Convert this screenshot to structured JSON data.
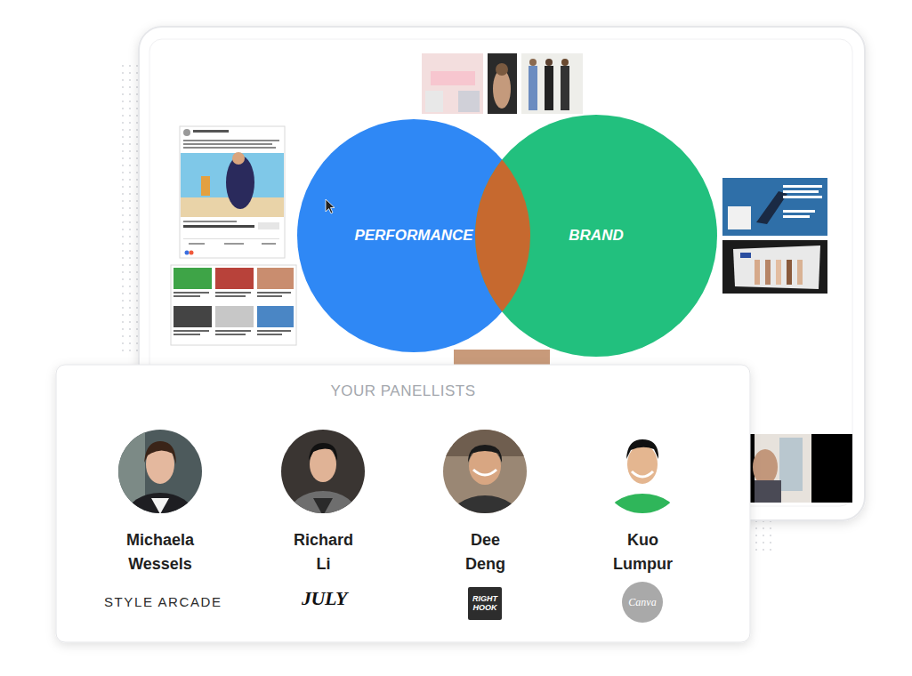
{
  "diagram": {
    "nodes": [
      {
        "text": [
          "PERFORMANCE"
        ]
      },
      {
        "text": [
          "BRAND"
        ]
      },
      {
        "text": [
          "YOUR PANELLISTS"
        ]
      },
      {
        "text": [
          "RIGHT HOOK"
        ],
        "in": 2
      },
      {
        "text": [
          "Canva"
        ],
        "in": 2
      }
    ],
    "labels": [
      "Michaela Wessels",
      "Richard Li",
      "Dee Deng",
      "Kuo Lumpur",
      "STYLE ARCADE",
      "JULY"
    ]
  }
}
